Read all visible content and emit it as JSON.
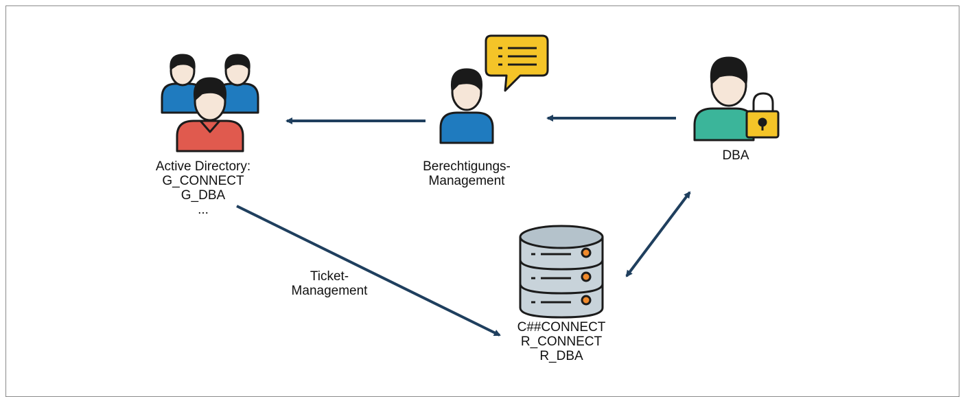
{
  "nodes": {
    "active_directory": {
      "lines": [
        "Active Directory:",
        "G_CONNECT",
        "G_DBA",
        "..."
      ]
    },
    "berechtigungs": {
      "lines": [
        "Berechtigungs-",
        "Management"
      ]
    },
    "dba": {
      "lines": [
        "DBA"
      ]
    },
    "database": {
      "lines": [
        "C##CONNECT",
        "R_CONNECT",
        "R_DBA"
      ]
    }
  },
  "edges": {
    "ticket": {
      "lines": [
        "Ticket-",
        "Management"
      ]
    }
  },
  "colors": {
    "arrow": "#1f3f5e",
    "outline": "#1b1b1b",
    "skin": "#f6e6d8",
    "hair": "#1a1a1a",
    "shirt_blue": "#1f7bbf",
    "shirt_red": "#e05a4e",
    "shirt_teal": "#3bb59a",
    "bubble": "#f4c428",
    "lock": "#f4c428",
    "db_body": "#c8d3da",
    "db_top": "#b4c2cb",
    "db_led": "#f08a2c"
  }
}
